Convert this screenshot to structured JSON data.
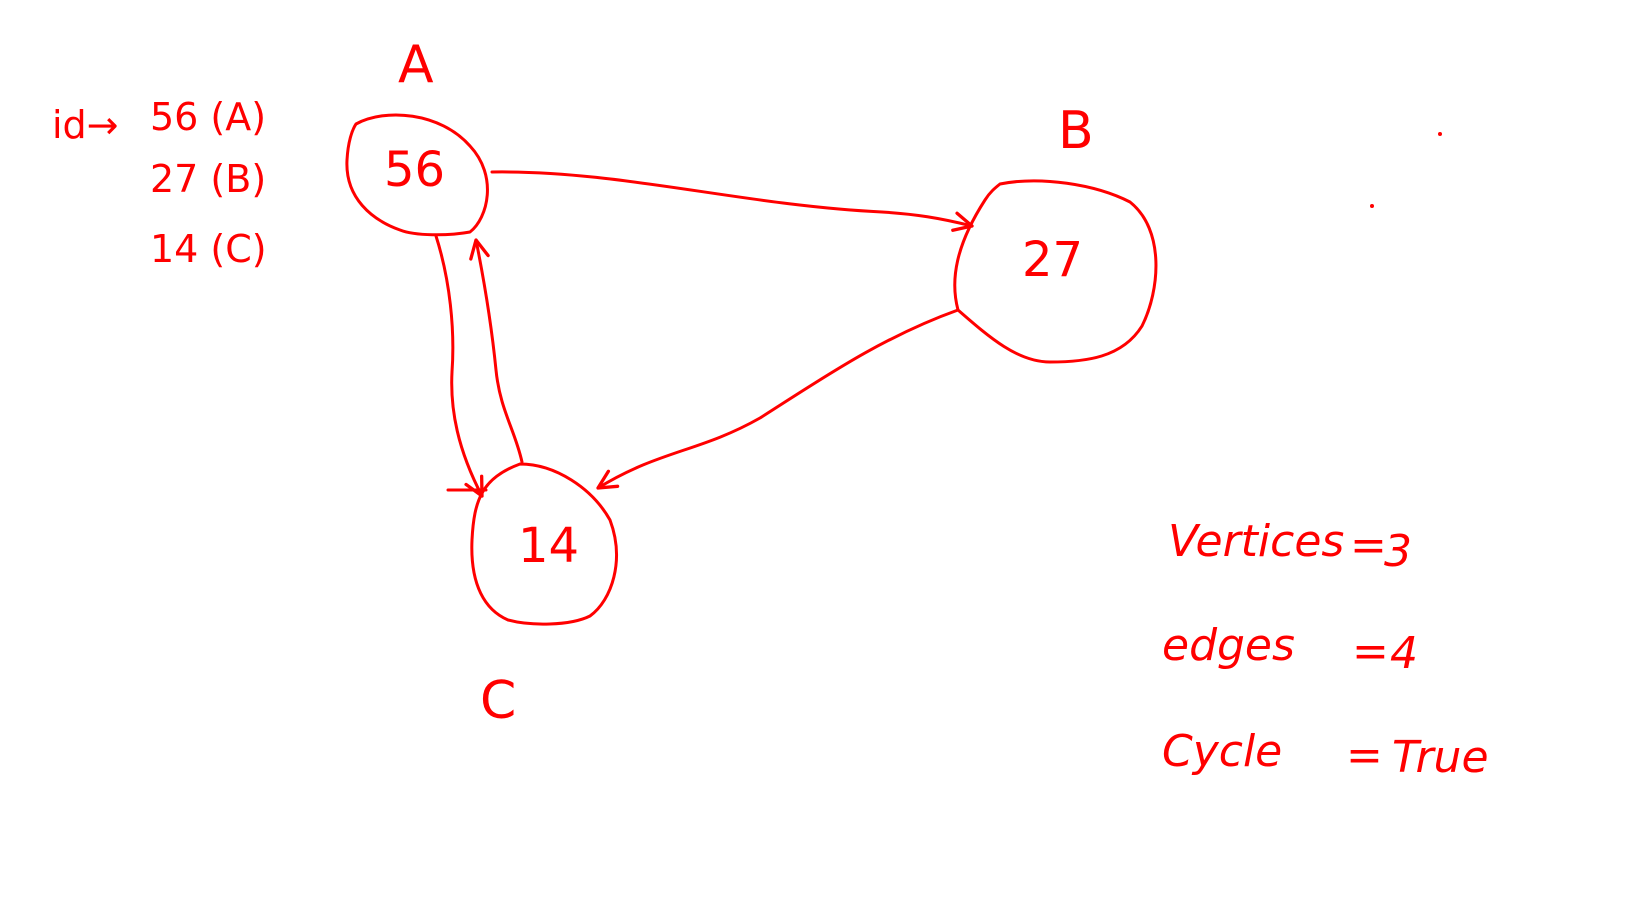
{
  "colors": {
    "ink": "#ff0000",
    "background": "#ffffff"
  },
  "nodes": [
    {
      "id": "A",
      "label": "A",
      "value": "56"
    },
    {
      "id": "B",
      "label": "B",
      "value": "27"
    },
    {
      "id": "C",
      "label": "C",
      "value": "14"
    }
  ],
  "edges": [
    {
      "from": "A",
      "to": "B"
    },
    {
      "from": "B",
      "to": "C"
    },
    {
      "from": "A",
      "to": "C"
    },
    {
      "from": "C",
      "to": "A"
    }
  ],
  "legend": {
    "prefix": "id→",
    "lines": [
      "56 (A)",
      "27 (B)",
      "14 (C)"
    ]
  },
  "stats": [
    {
      "key": "vertices",
      "label": "Vertices",
      "value": "3"
    },
    {
      "key": "edges",
      "label": "edges",
      "value": "4"
    },
    {
      "key": "cycle",
      "label": "Cycle",
      "value": "True"
    }
  ]
}
